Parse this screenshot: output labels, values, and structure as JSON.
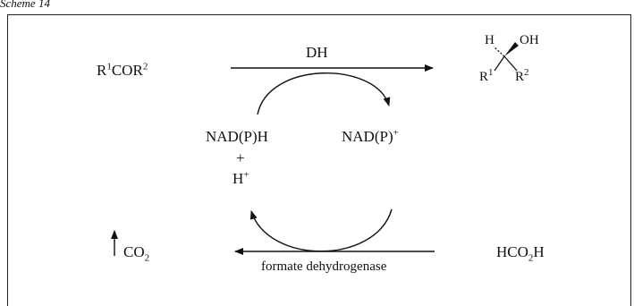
{
  "caption": "Scheme 14",
  "substrate": {
    "base": "R",
    "sup1": "1",
    "mid": "COR",
    "sup2": "2"
  },
  "enzyme_top": "DH",
  "product": {
    "h": "H",
    "oh": "OH",
    "r1": "R",
    "r1_sup": "1",
    "r2": "R",
    "r2_sup": "2"
  },
  "cofactor_reduced": "NAD(P)H",
  "plus": "+",
  "proton": {
    "base": "H",
    "sup": "+"
  },
  "cofactor_oxidized": {
    "base": "NAD(P)",
    "sup": "+"
  },
  "co2": {
    "base": "CO",
    "sub": "2"
  },
  "formate": {
    "base": "HCO",
    "sub": "2",
    "tail": "H"
  },
  "enzyme_bottom": "formate dehydrogenase"
}
